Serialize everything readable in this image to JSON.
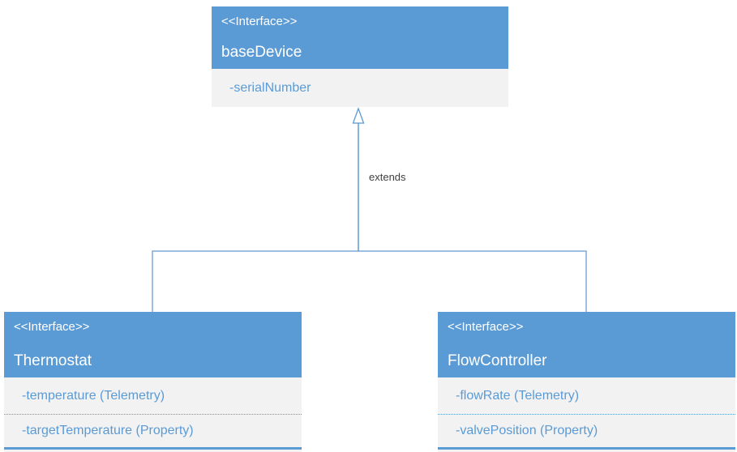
{
  "diagram": {
    "type": "uml-interface-inheritance",
    "connector_label": "extends",
    "colors": {
      "header_fill": "#5B9BD5",
      "body_fill": "#F2F2F2",
      "attribute_text": "#5B9BD5",
      "connector_line": "#7FA9D9",
      "arrow_line": "#5B9BD5",
      "label_text": "#404040"
    },
    "nodes": {
      "baseDevice": {
        "stereotype": "<<Interface>>",
        "title": "baseDevice",
        "attributes": [
          "-serialNumber"
        ]
      },
      "thermostat": {
        "stereotype": "<<Interface>>",
        "title": "Thermostat",
        "attributes": [
          "-temperature (Telemetry)",
          "-targetTemperature (Property)"
        ]
      },
      "flowController": {
        "stereotype": "<<Interface>>",
        "title": "FlowController",
        "attributes": [
          "-flowRate (Telemetry)",
          "-valvePosition (Property)"
        ]
      }
    },
    "relations": [
      {
        "from": "Thermostat",
        "to": "baseDevice",
        "label": "extends"
      },
      {
        "from": "FlowController",
        "to": "baseDevice",
        "label": "extends"
      }
    ]
  }
}
